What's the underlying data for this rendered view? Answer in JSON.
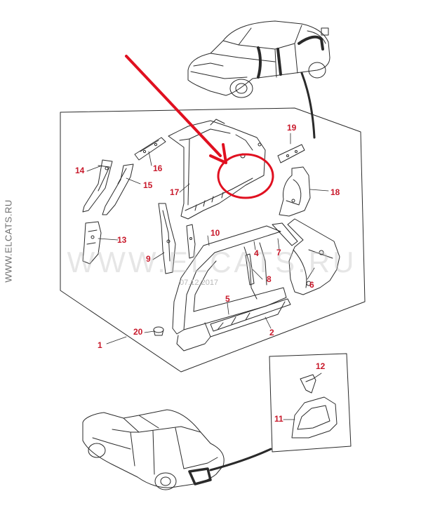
{
  "watermark": {
    "side": "WWW.ELCATS.RU",
    "center": "WWW.ELCATS.RU",
    "date": "07.12.2017"
  },
  "callouts": {
    "n1": "1",
    "n2": "2",
    "n4": "4",
    "n5": "5",
    "n6": "6",
    "n7": "7",
    "n8": "8",
    "n9": "9",
    "n10": "10",
    "n11": "11",
    "n12": "12",
    "n13": "13",
    "n14": "14",
    "n15": "15",
    "n16": "16",
    "n17": "17",
    "n18": "18",
    "n19": "19",
    "n20": "20"
  },
  "colors": {
    "callout": "#c8182a",
    "highlight": "#e01020",
    "line": "#2a2a2a"
  }
}
